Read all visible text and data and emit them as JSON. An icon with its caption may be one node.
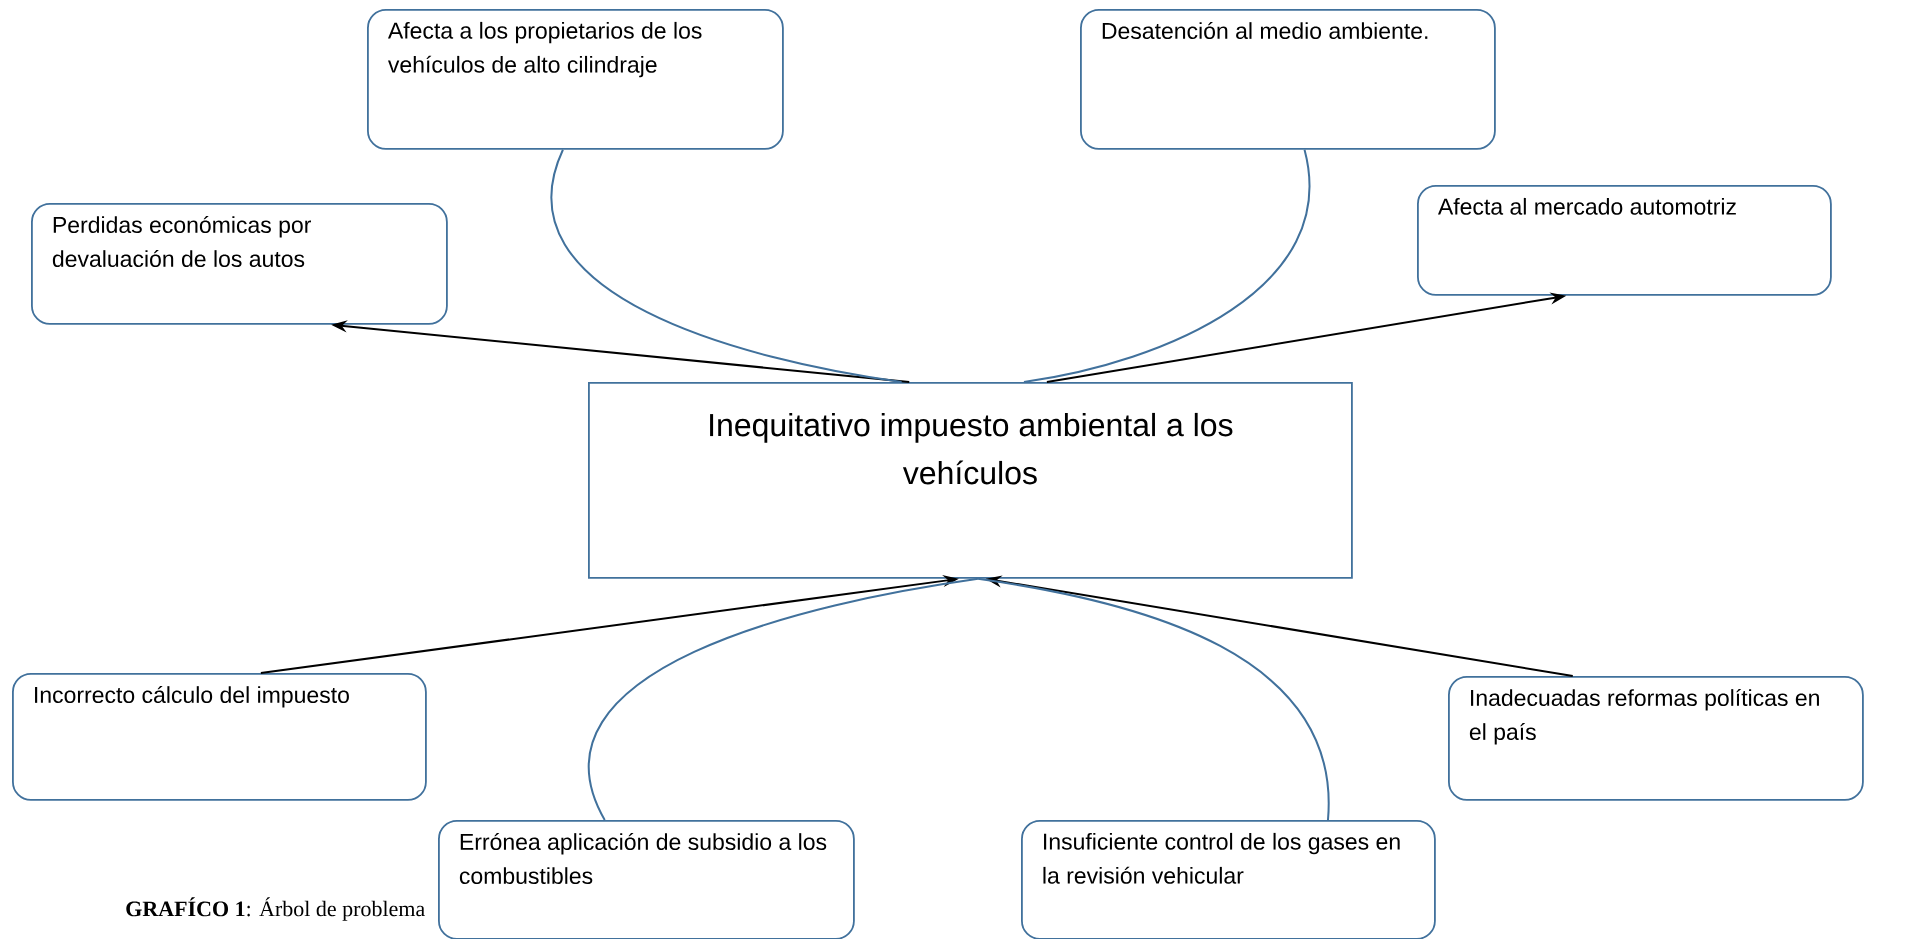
{
  "diagram": {
    "caption": "**GRAFÍCO 1**: Árbol de problema",
    "nodes": [
      {
        "text": [
          "Inequitativo impuesto ambiental a los vehículos"
        ]
      },
      {
        "text": [
          "Afecta a los propietarios de los vehículos de alto cilindraje"
        ]
      },
      {
        "text": [
          "Desatención al medio ambiente."
        ]
      },
      {
        "text": [
          "Perdidas económicas por devaluación de los autos"
        ]
      },
      {
        "text": [
          "Afecta al mercado automotriz"
        ]
      },
      {
        "text": [
          "Incorrecto cálculo del impuesto"
        ]
      },
      {
        "text": [
          "Inadecuadas reformas políticas en el país"
        ]
      },
      {
        "text": [
          "Errónea aplicación de subsidio a los combustibles"
        ]
      },
      {
        "text": [
          "Insuficiente control de los gases en la revisión vehicular"
        ]
      }
    ],
    "edges": [
      {
        "from": 0,
        "to": 3,
        "arrow": "to",
        "color": "#000000"
      },
      {
        "from": 0,
        "to": 4,
        "arrow": "to",
        "color": "#000000"
      },
      {
        "from": 1,
        "to": 0,
        "arrow": "none",
        "color": "#41719c"
      },
      {
        "from": 2,
        "to": 0,
        "arrow": "none",
        "color": "#41719c"
      },
      {
        "from": 5,
        "to": 0,
        "arrow": "to",
        "color": "#000000"
      },
      {
        "from": 6,
        "to": 0,
        "arrow": "to",
        "color": "#000000"
      },
      {
        "from": 7,
        "to": 0,
        "arrow": "none",
        "color": "#41719c"
      },
      {
        "from": 8,
        "to": 0,
        "arrow": "none",
        "color": "#41719c"
      }
    ]
  }
}
